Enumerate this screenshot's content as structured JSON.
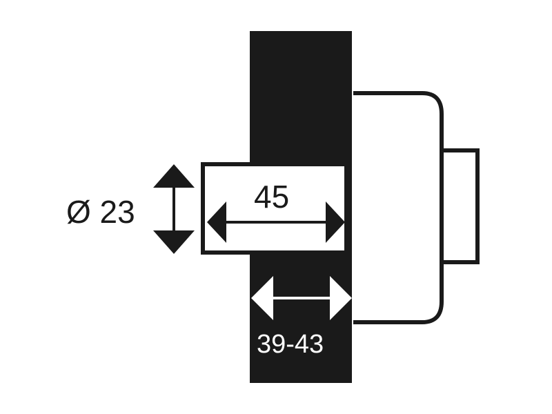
{
  "dimensions": {
    "diameter": "Ø 23",
    "length": "45",
    "door_thickness": "39-43"
  },
  "colors": {
    "ink": "#1a1a1a",
    "background": "#ffffff",
    "door_label": "#ffffff"
  }
}
